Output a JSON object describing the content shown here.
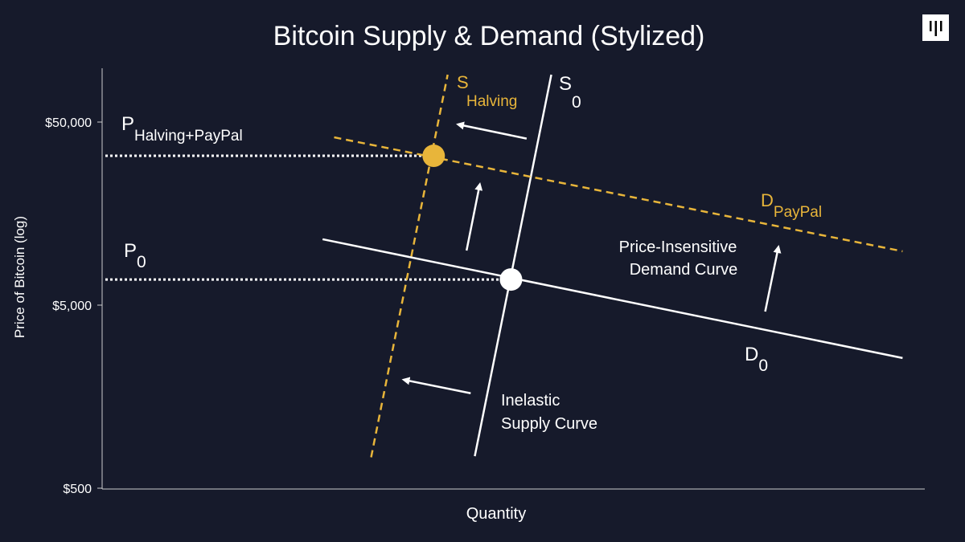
{
  "chart_data": {
    "type": "line",
    "title": "Bitcoin Supply & Demand (Stylized)",
    "xlabel": "Quantity",
    "ylabel": "Price of Bitcoin (log)",
    "yscale": "log",
    "ylim": [
      500,
      110000
    ],
    "xlim": [
      0,
      100
    ],
    "yticks": [
      {
        "value": 50000,
        "label": "$50,000"
      },
      {
        "value": 5000,
        "label": "$5,000"
      },
      {
        "value": 500,
        "label": "$500"
      }
    ],
    "grid": false,
    "series": [
      {
        "name": "S0",
        "label_main": "S",
        "label_sub": "0",
        "color": "#ffffff",
        "dashed": false,
        "points": [
          [
            45.3,
            748
          ],
          [
            54.6,
            90700
          ]
        ]
      },
      {
        "name": "S Halving",
        "label_main": "S",
        "label_sub": "Halving",
        "color": "#e8b53a",
        "dashed": true,
        "points": [
          [
            32.7,
            738
          ],
          [
            42.0,
            90700
          ]
        ]
      },
      {
        "name": "D0",
        "label_main": "D",
        "label_sub": "0",
        "color": "#ffffff",
        "dashed": false,
        "points": [
          [
            26.8,
            11450
          ],
          [
            97.3,
            2570
          ]
        ]
      },
      {
        "name": "D PayPal",
        "label_main": "D",
        "label_sub": "PayPal",
        "color": "#e8b53a",
        "dashed": true,
        "points": [
          [
            28.2,
            41260
          ],
          [
            97.3,
            9840
          ]
        ]
      }
    ],
    "equilibria": [
      {
        "name": "P0",
        "label_main": "P",
        "label_sub": "0",
        "x": 49.7,
        "price": 6900,
        "color": "#ffffff"
      },
      {
        "name": "P Halving+PayPal",
        "label_main": "P",
        "label_sub": "Halving+PayPal",
        "x": 40.3,
        "price": 32700,
        "color": "#e8b53a"
      }
    ],
    "arrows": [
      {
        "from": [
          51.6,
          40600
        ],
        "to": [
          43.3,
          48500
        ]
      },
      {
        "from": [
          44.3,
          9940
        ],
        "to": [
          45.9,
          22750
        ]
      },
      {
        "from": [
          44.8,
          1650
        ],
        "to": [
          36.7,
          1955
        ]
      },
      {
        "from": [
          80.6,
          4610
        ],
        "to": [
          82.2,
          10350
        ]
      }
    ],
    "annotations": {
      "demand_line1": "Price-Insensitive",
      "demand_line2": "Demand Curve",
      "supply_line1": "Inelastic",
      "supply_line2": "Supply Curve"
    }
  },
  "colors": {
    "background": "#161a2b",
    "accent": "#e8b53a"
  }
}
